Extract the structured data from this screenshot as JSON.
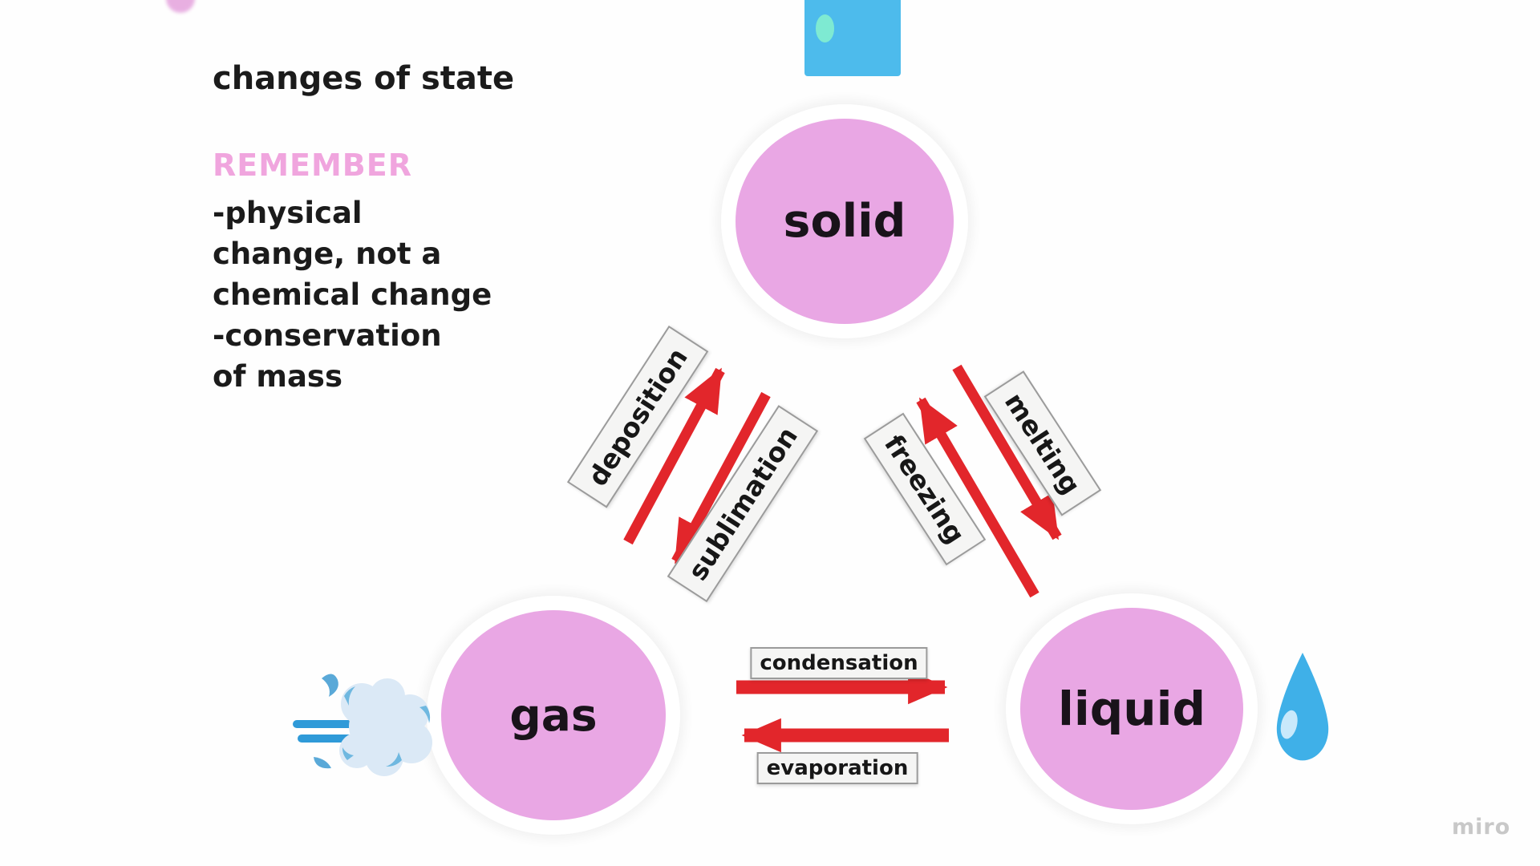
{
  "notes": {
    "title": "changes of state",
    "remember_label": "REMEMBER",
    "body": "-physical\nchange, not a\nchemical change\n-conservation\nof mass"
  },
  "diagram": {
    "nodes": [
      {
        "id": "solid",
        "label": "solid"
      },
      {
        "id": "gas",
        "label": "gas"
      },
      {
        "id": "liquid",
        "label": "liquid"
      }
    ],
    "transitions": [
      {
        "label": "deposition",
        "from": "gas",
        "to": "solid"
      },
      {
        "label": "sublimation",
        "from": "solid",
        "to": "gas"
      },
      {
        "label": "freezing",
        "from": "liquid",
        "to": "solid"
      },
      {
        "label": "melting",
        "from": "solid",
        "to": "liquid"
      },
      {
        "label": "condensation",
        "from": "gas",
        "to": "liquid"
      },
      {
        "label": "evaporation",
        "from": "liquid",
        "to": "gas"
      }
    ]
  },
  "colors": {
    "node_fill": "#e9a7e4",
    "arrow_red": "#e2262b",
    "remember_pink": "#f0a5de",
    "ice_blue": "#4dbbec",
    "droplet_blue": "#3fb0e8",
    "label_box_bg": "#f5f5f4"
  },
  "icons": [
    {
      "name": "ice-cube-icon"
    },
    {
      "name": "wind-puff-icon"
    },
    {
      "name": "water-droplet-icon"
    }
  ],
  "watermark": "miro"
}
